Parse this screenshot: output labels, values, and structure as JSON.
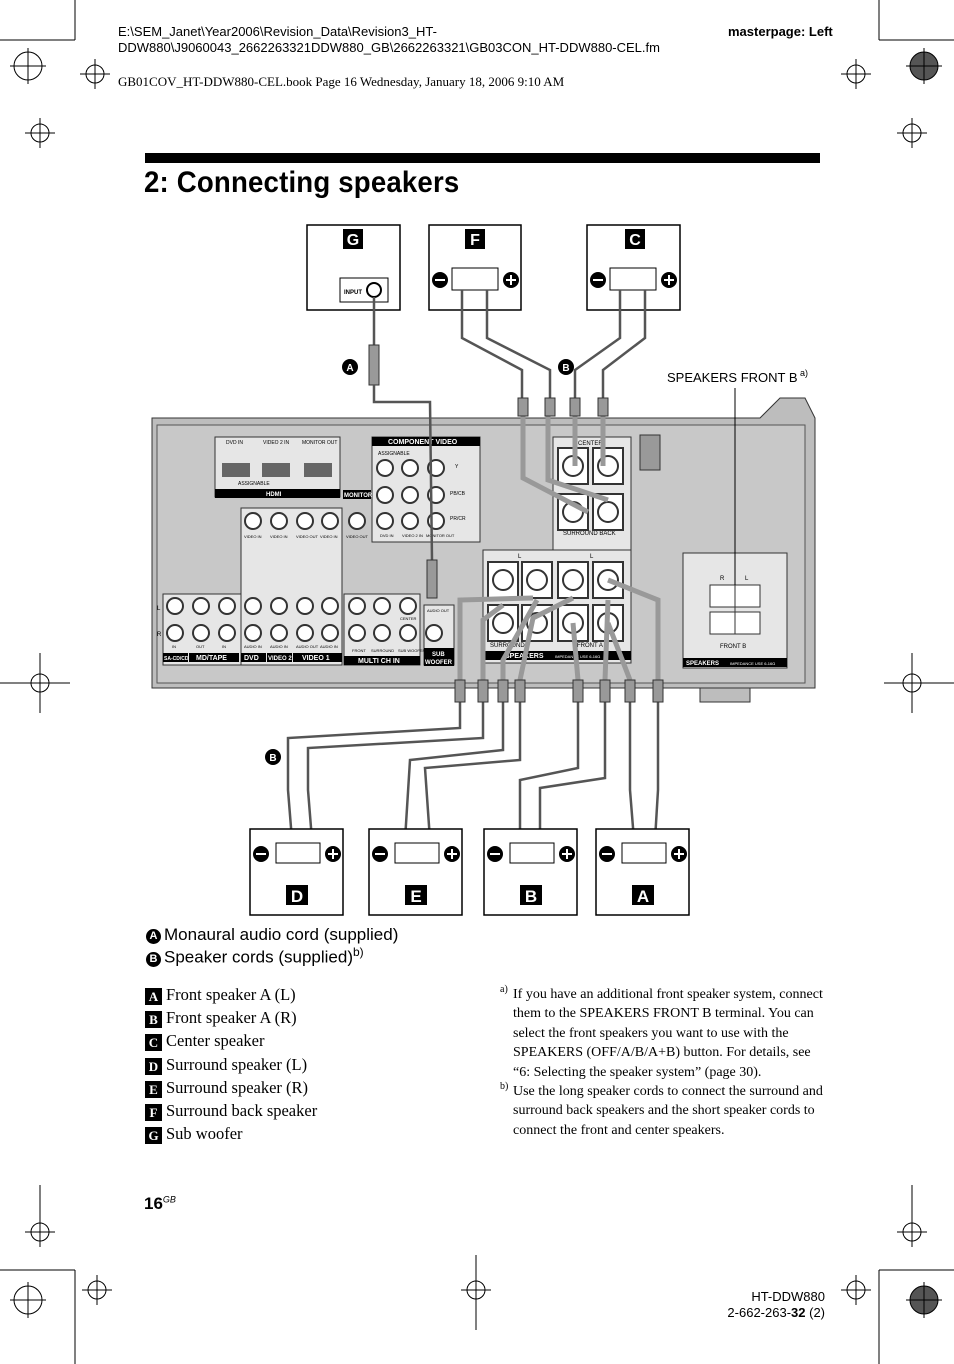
{
  "header": {
    "path_line1": "E:\\SEM_Janet\\Year2006\\Revision_Data\\Revision3_HT-",
    "path_line2": "DDW880\\J9060043_2662263321DDW880_GB\\2662263321\\GB03CON_HT-DDW880-CEL.fm",
    "masterpage": "masterpage: Left",
    "book_line": "GB01COV_HT-DDW880-CEL.book  Page 16  Wednesday, January 18, 2006  9:10 AM"
  },
  "title": "2: Connecting speakers",
  "diagram": {
    "callout_a": "A",
    "callout_b": "B",
    "front_b_label": "SPEAKERS FRONT B",
    "front_b_sup": "a)",
    "input_label": "INPUT",
    "boxes": {
      "g": "G",
      "f": "F",
      "c": "C",
      "d": "D",
      "e": "E",
      "b": "B",
      "a": "A"
    },
    "panel": {
      "dvd_in": "DVD IN",
      "video2_in": "VIDEO 2 IN",
      "monitor_out": "MONITOR OUT",
      "assignable": "ASSIGNABLE",
      "hdmi": "HDMI",
      "component_video": "COMPONENT VIDEO",
      "assignable2": "ASSIGNABLE",
      "monitor": "MONITOR",
      "y": "Y",
      "pbcb": "PB/CB",
      "prcr": "PR/CR",
      "dvd_in2": "DVD IN",
      "video2_in2": "VIDEO 2 IN",
      "monitor_out2": "MONITOR OUT",
      "center": "CENTER",
      "surround_back": "SURROUND BACK",
      "l": "L",
      "r": "R",
      "surround": "SURROUND",
      "front_a": "FRONT A",
      "speakers": "SPEAKERS",
      "impedance": "IMPEDANCE USE 6-16Ω",
      "front_b_panel": "FRONT B",
      "video_in": "VIDEO IN",
      "video_out": "VIDEO OUT",
      "audio_in": "AUDIO IN",
      "audio_out": "AUDIO OUT",
      "in": "IN",
      "out": "OUT",
      "sacd": "SA-CD/CD",
      "mdtape": "MD/TAPE",
      "dvd": "DVD",
      "video2": "VIDEO 2",
      "video1": "VIDEO 1",
      "front": "FRONT",
      "surround2": "SURROUND",
      "center2": "CENTER",
      "subwoofer": "SUB WOOFER",
      "multich": "MULTI CH IN",
      "sub": "SUB",
      "woofer": "WOOFER",
      "audio_out2": "AUDIO OUT"
    }
  },
  "cords": [
    {
      "badge": "A",
      "label": "Monaural audio cord (supplied)",
      "sup": ""
    },
    {
      "badge": "B",
      "label": "Speaker cords (supplied)",
      "sup": "b)"
    }
  ],
  "speakers": [
    {
      "badge": "A",
      "label": "Front speaker A (L)"
    },
    {
      "badge": "B",
      "label": "Front speaker A (R)"
    },
    {
      "badge": "C",
      "label": "Center speaker"
    },
    {
      "badge": "D",
      "label": "Surround speaker (L)"
    },
    {
      "badge": "E",
      "label": "Surround speaker (R)"
    },
    {
      "badge": "F",
      "label": "Surround back speaker"
    },
    {
      "badge": "G",
      "label": "Sub woofer"
    }
  ],
  "notes": [
    {
      "mark": "a)",
      "text": "If you have an additional front speaker system, connect them to the SPEAKERS FRONT B terminal. You can select the front speakers you want to use with the SPEAKERS (OFF/A/B/A+B) button. For details, see “6: Selecting the speaker system” (page 30)."
    },
    {
      "mark": "b)",
      "text": "Use the long speaker cords to connect the surround and surround back speakers and the short speaker cords to connect the front and center speakers."
    }
  ],
  "footer": {
    "page_number": "16",
    "page_suffix": "GB",
    "model": "HT-DDW880",
    "code_prefix": "2-662-263-",
    "code_bold": "32",
    "code_suffix": " (2)"
  }
}
